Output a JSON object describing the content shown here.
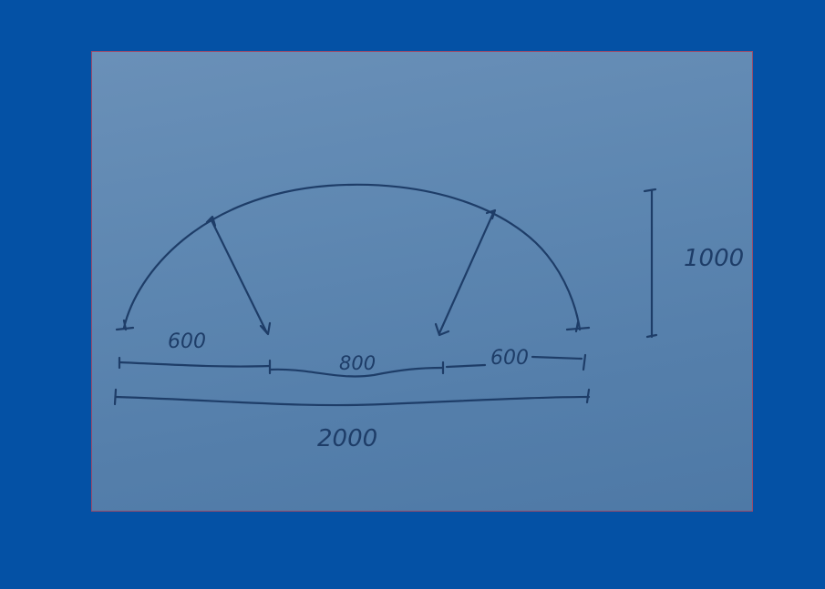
{
  "sketch": {
    "dimensions": {
      "left_span": "600",
      "middle_span": "800",
      "right_span": "600",
      "total_span": "2000",
      "height": "1000"
    }
  },
  "colors": {
    "background": "#0451a5",
    "paper": "#6088b2",
    "ink": "#1e3d68",
    "border": "#9b4a6a"
  }
}
